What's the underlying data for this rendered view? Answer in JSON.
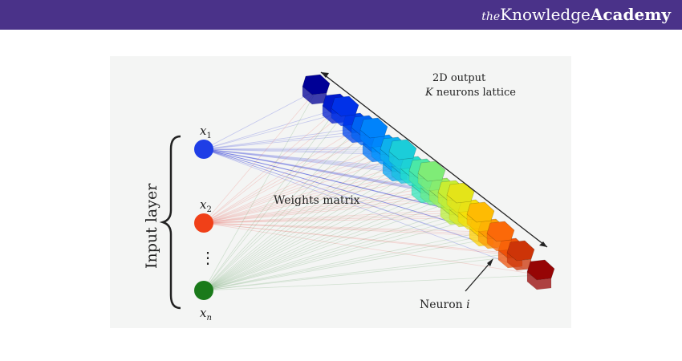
{
  "header": {
    "brand_prefix": "the",
    "brand_middle": "Knowledge",
    "brand_suffix": "Academy",
    "bar_color": "#4a3289"
  },
  "diagram": {
    "input_layer_label": "Input layer",
    "weights_label": "Weights matrix",
    "output_label_line1": "2D output",
    "output_label_line2_var": "K",
    "output_label_line2_rest": " neurons lattice",
    "neuron_label_text": "Neuron ",
    "neuron_label_var": "i",
    "vdots": "⋮",
    "inputs": [
      {
        "var": "x",
        "sub": "1",
        "color": "#1f3ee6",
        "icon": "blue-node"
      },
      {
        "var": "x",
        "sub": "2",
        "color": "#f04018",
        "icon": "red-node"
      },
      {
        "var": "x",
        "sub": "n",
        "color": "#1a7a1a",
        "icon": "green-node"
      }
    ]
  }
}
